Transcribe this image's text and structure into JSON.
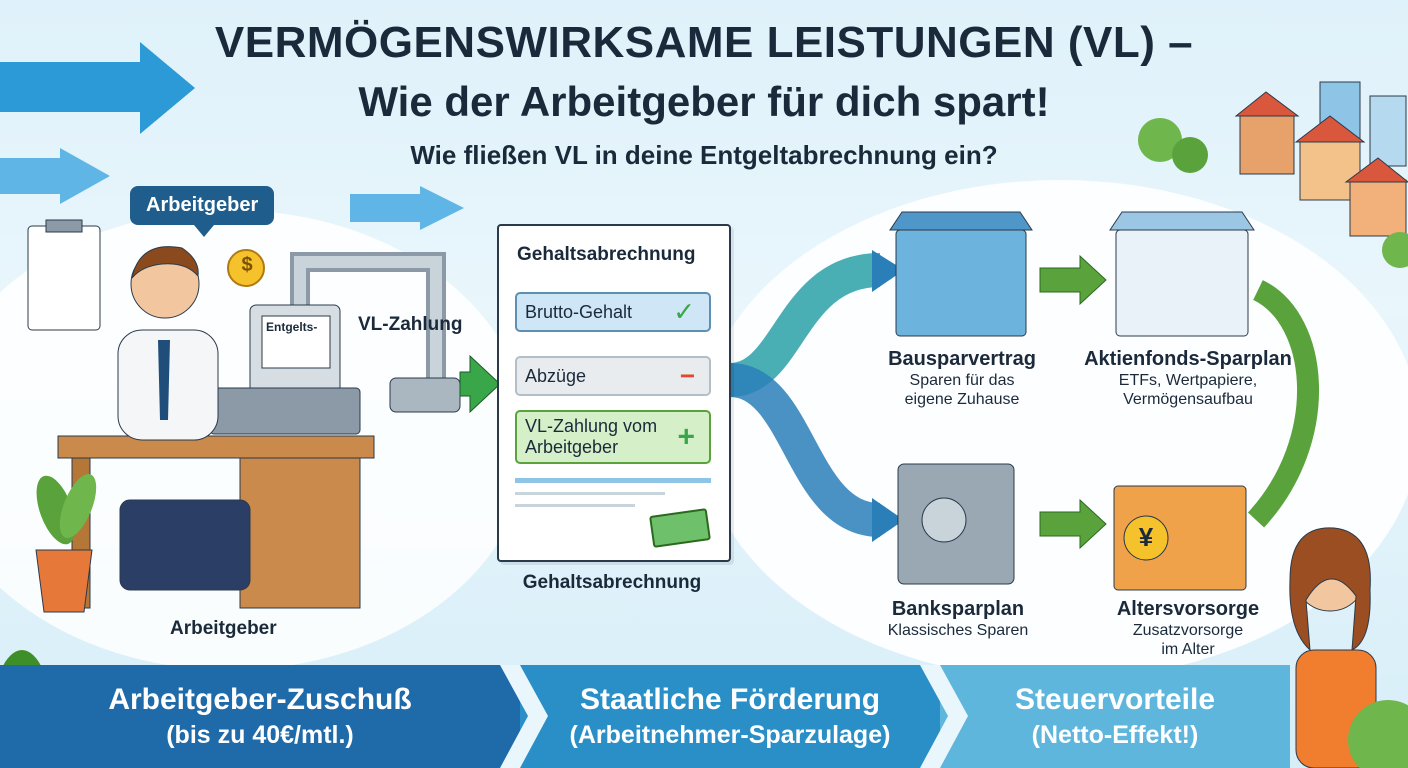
{
  "title_line1": "VERMÖGENSWIRKSAME LEISTUNGEN (VL) –",
  "title_line2": "Wie der Arbeitgeber für dich spart!",
  "subtitle": "Wie fließen VL in deine Entgeltabrechnung ein?",
  "employer": {
    "bubble": "Arbeitgeber",
    "caption": "Arbeitgeber",
    "register_label": "Entgelts-"
  },
  "pipe_label": "VL-Zahlung",
  "payslip": {
    "title": "Gehaltsabrechnung",
    "caption": "Gehaltsabrechnung",
    "rows": [
      {
        "label": "Brutto-Gehalt",
        "symbol": "✓"
      },
      {
        "label": "Abzüge",
        "symbol": "−"
      },
      {
        "label": "VL-Zahlung vom Arbeitgeber",
        "symbol": "+"
      }
    ]
  },
  "options": [
    {
      "title": "Bausparvertrag",
      "line1": "Sparen für das",
      "line2": "eigene Zuhause"
    },
    {
      "title": "Aktienfonds-Sparplan",
      "line1": "ETFs, Wertpapiere,",
      "line2": "Vermögensaufbau"
    },
    {
      "title": "Banksparplan",
      "line1": "Klassisches Sparen",
      "line2": ""
    },
    {
      "title": "Altersvorsorge",
      "line1": "Zusatzvorsorge",
      "line2": "im Alter"
    }
  ],
  "bottom_bands": [
    {
      "line1": "Arbeitgeber-Zuschuß",
      "line2": "(bis zu 40€/mtl.)",
      "color": "#1f6aa8"
    },
    {
      "line1": "Staatliche Förderung",
      "line2": "(Arbeitnehmer-Sparzulage)",
      "color": "#2a8fc6"
    },
    {
      "line1": "Steuervorteile",
      "line2": "(Netto-Effekt!)",
      "color": "#5fb6dc"
    }
  ],
  "icons": {
    "dollar_symbol": "$",
    "yen_symbol": "¥"
  }
}
